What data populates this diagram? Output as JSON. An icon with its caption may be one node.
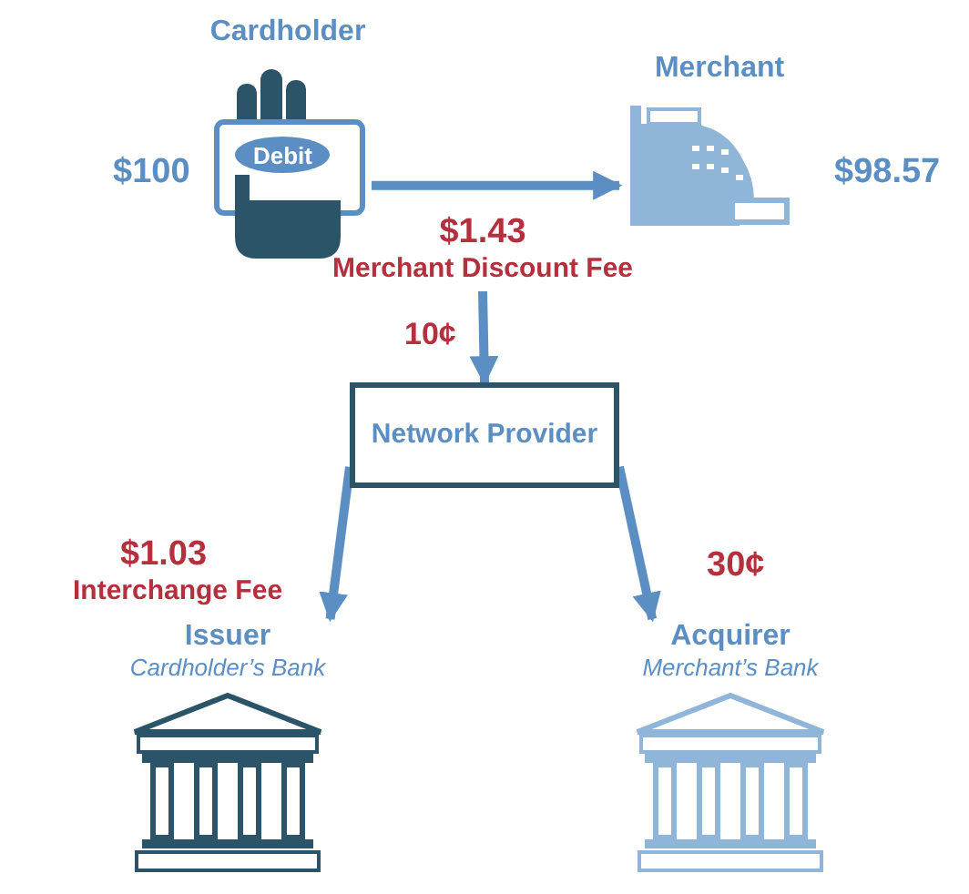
{
  "diagram": {
    "nodes": [
      {
        "text": [
          "Cardholder"
        ],
        "beside": [
          "$100"
        ]
      },
      {
        "text": [
          "Merchant"
        ],
        "beside": [
          "$98.57"
        ]
      },
      {
        "text": [
          "$1.43",
          "Merchant Discount Fee"
        ]
      },
      {
        "text": [
          "Network Provider"
        ],
        "beside": [
          "10¢"
        ]
      },
      {
        "text": [
          "Issuer",
          "Cardholder’s Bank"
        ],
        "beside": [
          "$1.03",
          "Interchange Fee"
        ]
      },
      {
        "text": [
          "Acquirer",
          "Merchant’s Bank"
        ],
        "beside": [
          "30¢"
        ]
      }
    ],
    "edges": [
      {
        "from": 0,
        "to": 1,
        "arrow": "to"
      },
      {
        "from": 2,
        "to": 3,
        "arrow": "to"
      },
      {
        "from": 3,
        "to": 4,
        "arrow": "to"
      },
      {
        "from": 3,
        "to": 5,
        "arrow": "to"
      }
    ],
    "labels": [
      "Debit"
    ]
  }
}
